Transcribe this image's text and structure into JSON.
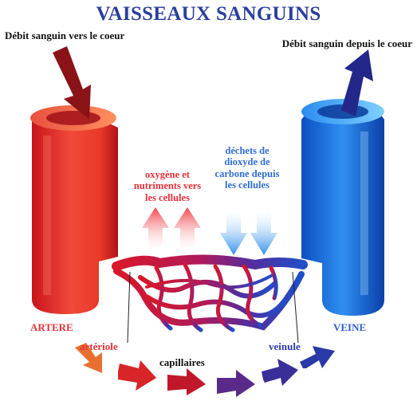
{
  "title": "VAISSEAUX SANGUINS",
  "labels": {
    "flow_in": "Débit sanguin vers le coeur",
    "flow_out": "Débit sanguin depuis le coeur",
    "oxygen": "oxygène et nutriments vers les cellules",
    "waste": "déchets de dioxyde de carbone depuis les cellules",
    "artery": "ARTERE",
    "arteriole": "artériole",
    "capillaries": "capillaires",
    "venule": "veinule",
    "vein": "VEINE"
  },
  "colors": {
    "title": "#2b3f9e",
    "artery_red": "#e8303a",
    "vein_blue": "#1e6fe0",
    "dark_red_arrow": "#8a1318",
    "dark_blue_arrow": "#23278a"
  }
}
